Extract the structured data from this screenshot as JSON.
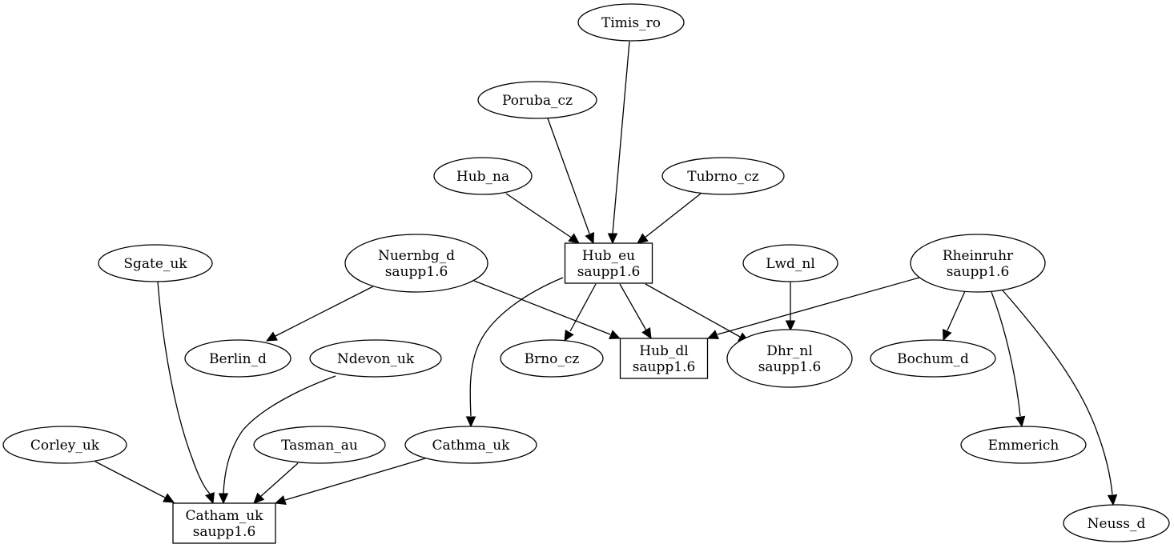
{
  "nodes": {
    "timis_ro": {
      "lines": [
        "Timis_ro"
      ],
      "shape": "ellipse"
    },
    "poruba_cz": {
      "lines": [
        "Poruba_cz"
      ],
      "shape": "ellipse"
    },
    "hub_na": {
      "lines": [
        "Hub_na"
      ],
      "shape": "ellipse"
    },
    "tubrno_cz": {
      "lines": [
        "Tubrno_cz"
      ],
      "shape": "ellipse"
    },
    "hub_eu": {
      "lines": [
        "Hub_eu",
        "saupp1.6"
      ],
      "shape": "box"
    },
    "sgate_uk": {
      "lines": [
        "Sgate_uk"
      ],
      "shape": "ellipse"
    },
    "nuernbg_d": {
      "lines": [
        "Nuernbg_d",
        "saupp1.6"
      ],
      "shape": "ellipse"
    },
    "lwd_nl": {
      "lines": [
        "Lwd_nl"
      ],
      "shape": "ellipse"
    },
    "rheinruhr": {
      "lines": [
        "Rheinruhr",
        "saupp1.6"
      ],
      "shape": "ellipse"
    },
    "berlin_d": {
      "lines": [
        "Berlin_d"
      ],
      "shape": "ellipse"
    },
    "ndevon_uk": {
      "lines": [
        "Ndevon_uk"
      ],
      "shape": "ellipse"
    },
    "brno_cz": {
      "lines": [
        "Brno_cz"
      ],
      "shape": "ellipse"
    },
    "hub_dl": {
      "lines": [
        "Hub_dl",
        "saupp1.6"
      ],
      "shape": "box"
    },
    "dhr_nl": {
      "lines": [
        "Dhr_nl",
        "saupp1.6"
      ],
      "shape": "ellipse"
    },
    "bochum_d": {
      "lines": [
        "Bochum_d"
      ],
      "shape": "ellipse"
    },
    "corley_uk": {
      "lines": [
        "Corley_uk"
      ],
      "shape": "ellipse"
    },
    "tasman_au": {
      "lines": [
        "Tasman_au"
      ],
      "shape": "ellipse"
    },
    "cathma_uk": {
      "lines": [
        "Cathma_uk"
      ],
      "shape": "ellipse"
    },
    "emmerich": {
      "lines": [
        "Emmerich"
      ],
      "shape": "ellipse"
    },
    "catham_uk": {
      "lines": [
        "Catham_uk",
        "saupp1.6"
      ],
      "shape": "box"
    },
    "neuss_d": {
      "lines": [
        "Neuss_d"
      ],
      "shape": "ellipse"
    }
  },
  "edges": [
    {
      "from": "timis_ro",
      "to": "hub_eu"
    },
    {
      "from": "poruba_cz",
      "to": "hub_eu"
    },
    {
      "from": "hub_na",
      "to": "hub_eu"
    },
    {
      "from": "tubrno_cz",
      "to": "hub_eu"
    },
    {
      "from": "hub_eu",
      "to": "brno_cz"
    },
    {
      "from": "hub_eu",
      "to": "hub_dl"
    },
    {
      "from": "hub_eu",
      "to": "dhr_nl"
    },
    {
      "from": "hub_eu",
      "to": "cathma_uk"
    },
    {
      "from": "nuernbg_d",
      "to": "berlin_d"
    },
    {
      "from": "nuernbg_d",
      "to": "hub_dl"
    },
    {
      "from": "lwd_nl",
      "to": "dhr_nl"
    },
    {
      "from": "rheinruhr",
      "to": "hub_dl"
    },
    {
      "from": "rheinruhr",
      "to": "bochum_d"
    },
    {
      "from": "rheinruhr",
      "to": "emmerich"
    },
    {
      "from": "rheinruhr",
      "to": "neuss_d"
    },
    {
      "from": "sgate_uk",
      "to": "catham_uk"
    },
    {
      "from": "ndevon_uk",
      "to": "catham_uk"
    },
    {
      "from": "corley_uk",
      "to": "catham_uk"
    },
    {
      "from": "tasman_au",
      "to": "catham_uk"
    },
    {
      "from": "cathma_uk",
      "to": "catham_uk"
    }
  ]
}
